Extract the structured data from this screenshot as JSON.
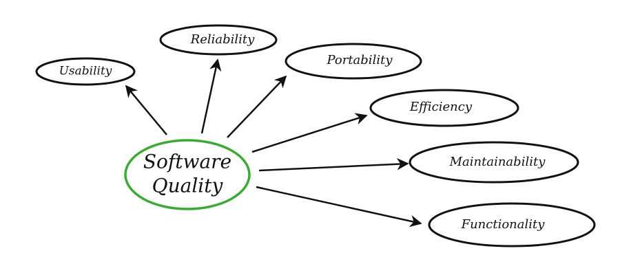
{
  "center": {
    "lines": [
      "Software",
      "Quality"
    ],
    "color": "#3aaa35"
  },
  "nodes": [
    {
      "label": "Usability"
    },
    {
      "label": "Reliability"
    },
    {
      "label": "Portability"
    },
    {
      "label": "Efficiency"
    },
    {
      "label": "Maintainability"
    },
    {
      "label": "Functionality"
    }
  ],
  "colors": {
    "ink": "#111111",
    "background": "#ffffff"
  }
}
